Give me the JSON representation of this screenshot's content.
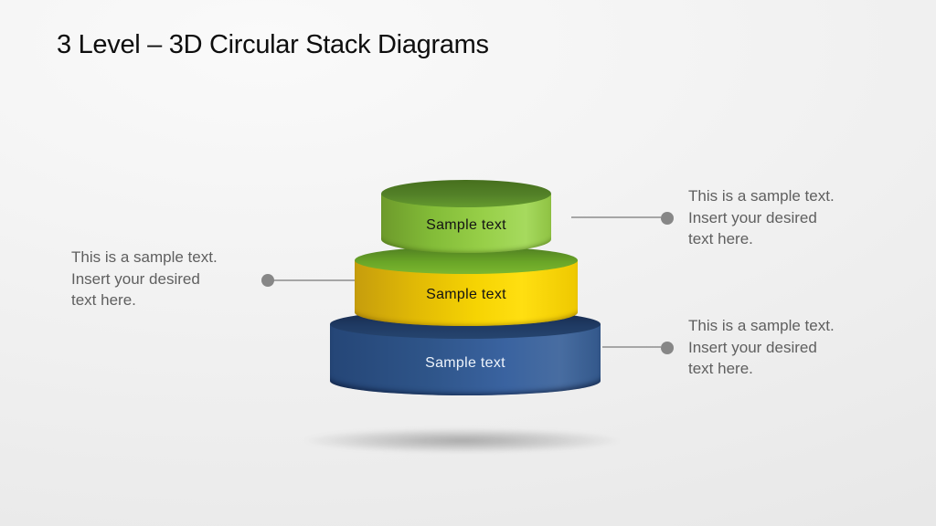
{
  "slide": {
    "title": "3 Level – 3D Circular Stack Diagrams"
  },
  "diagram": {
    "levels": [
      {
        "name": "top",
        "label": "Sample text"
      },
      {
        "name": "middle",
        "label": "Sample text"
      },
      {
        "name": "bottom",
        "label": "Sample text"
      }
    ],
    "callouts": {
      "right_top": {
        "text": "This is a sample text.\nInsert your desired\ntext here."
      },
      "left_middle": {
        "text": "This is a sample text.\nInsert your desired\ntext here."
      },
      "right_bottom": {
        "text": "This is a sample text.\nInsert your desired\ntext here."
      }
    },
    "colors": {
      "top_body": "#8cc63f",
      "top_cap": "#4e7a22",
      "middle_body": "#f5d303",
      "middle_cap": "#6faa28",
      "bottom_body": "#35598f",
      "bottom_cap": "#1f3a63",
      "connector": "#a6a6a6",
      "dot": "#878787",
      "callout_text": "#5f5f5f",
      "background": "#efefef"
    }
  }
}
